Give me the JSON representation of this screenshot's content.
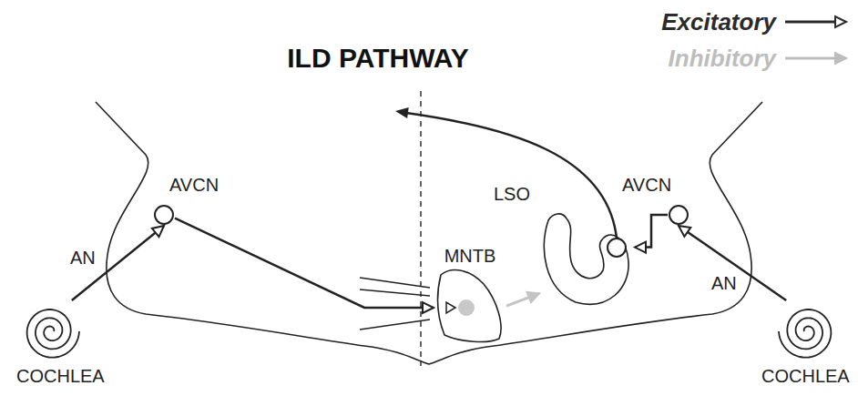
{
  "diagram": {
    "title": "ILD PATHWAY",
    "nodes": [
      {
        "text": [
          "COCHLEA"
        ]
      },
      {
        "text": [
          "AVCN"
        ]
      },
      {
        "text": [
          "MNTB"
        ]
      },
      {
        "text": [
          "LSO"
        ]
      },
      {
        "text": [
          "AVCN"
        ]
      },
      {
        "text": [
          "COCHLEA"
        ]
      }
    ],
    "edges": [
      {
        "from": 0,
        "to": 1,
        "label": "AN",
        "arrow": "to"
      },
      {
        "from": 1,
        "to": 2,
        "arrow": "to"
      },
      {
        "from": 2,
        "to": 3,
        "arrow": "to"
      },
      {
        "from": 4,
        "to": 3,
        "arrow": "to"
      },
      {
        "from": 5,
        "to": 4,
        "label": "AN",
        "arrow": "to"
      }
    ],
    "legend": [
      {
        "text": "Excitatory"
      },
      {
        "text": "Inhibitory"
      }
    ]
  }
}
